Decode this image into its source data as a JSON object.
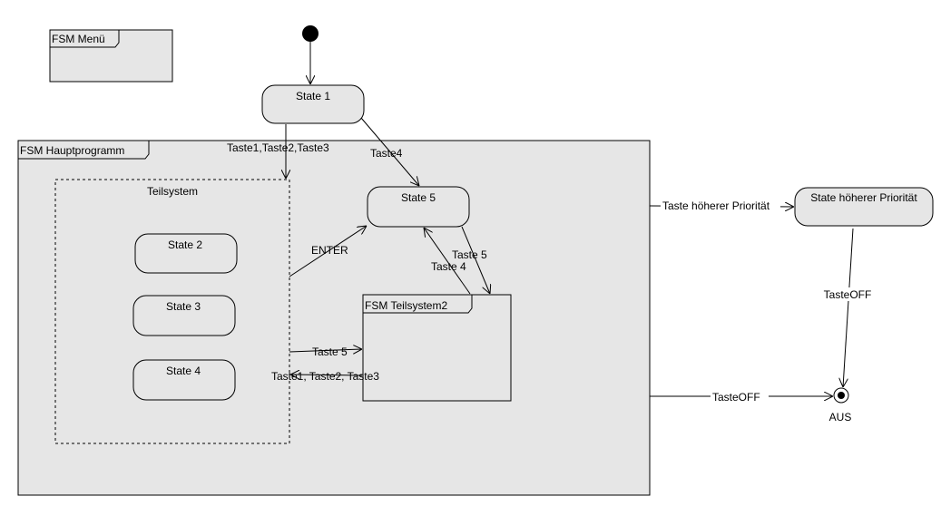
{
  "frames": {
    "menu": "FSM Menü",
    "hauptprogramm": "FSM Hauptprogramm",
    "teilsystem2": "FSM Teilsystem2",
    "teilsystem": "Teilsystem"
  },
  "states": {
    "state1": "State 1",
    "state2": "State 2",
    "state3": "State 3",
    "state4": "State 4",
    "state5": "State 5",
    "hoehere": "State höherer Priorität",
    "final": "AUS"
  },
  "transitions": {
    "t1": "Taste1,Taste2,Taste3",
    "t2": "Taste4",
    "t3": "ENTER",
    "t4": "Taste 5",
    "t5": "Taste 4",
    "t6": "Taste 5",
    "t7": "Taste1, Taste2, Taste3",
    "t8": "Taste höherer Priorität",
    "t9": "TasteOFF",
    "t10": "TasteOFF"
  },
  "colors": {
    "line": "#000000",
    "fill": "#e6e6e6",
    "background": "#ffffff"
  }
}
